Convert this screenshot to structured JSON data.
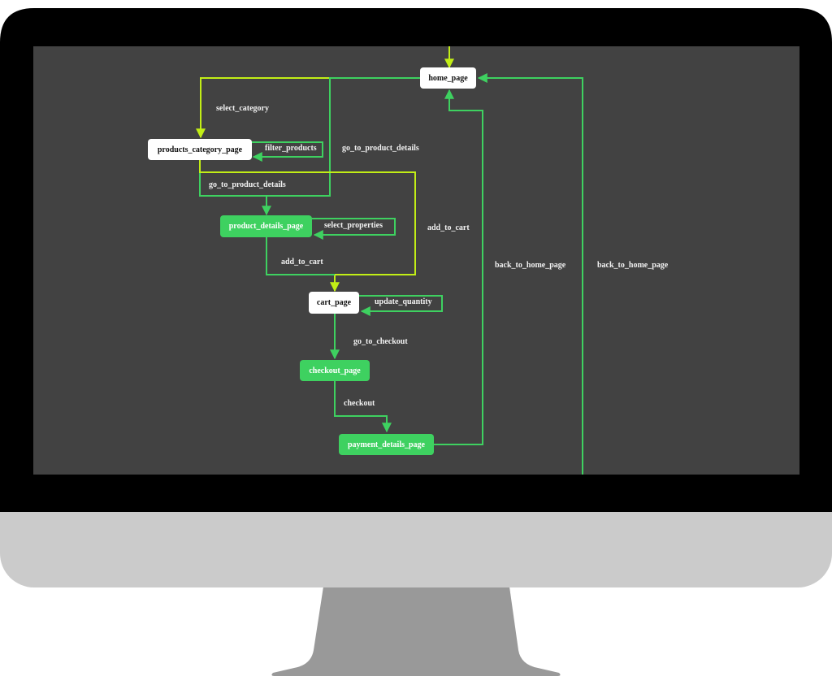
{
  "colors": {
    "screen_bg": "#424242",
    "bezel": "#000000",
    "chin": "#cbcbcb",
    "stand": "#999999",
    "node_white": "#ffffff",
    "node_green": "#3ed160",
    "edge_green": "#3ed160",
    "edge_lime": "#c2ee16",
    "label_text": "#f2f2f2"
  },
  "nodes": [
    {
      "id": "home_page",
      "label": "home_page",
      "style": "white"
    },
    {
      "id": "products_category_page",
      "label": "products_category_page",
      "style": "white"
    },
    {
      "id": "product_details_page",
      "label": "product_details_page",
      "style": "green"
    },
    {
      "id": "cart_page",
      "label": "cart_page",
      "style": "white"
    },
    {
      "id": "checkout_page",
      "label": "checkout_page",
      "style": "green"
    },
    {
      "id": "payment_details_page",
      "label": "payment_details_page",
      "style": "green"
    }
  ],
  "edges": [
    {
      "from": "home_page",
      "to": "products_category_page",
      "label": "select_category",
      "color": "lime"
    },
    {
      "from": "home_page",
      "to": "product_details_page",
      "label": "go_to_product_details",
      "color": "green"
    },
    {
      "from": "products_category_page",
      "to": "products_category_page",
      "label": "filter_products",
      "color": "green"
    },
    {
      "from": "products_category_page",
      "to": "product_details_page",
      "label": "go_to_product_details",
      "color": "green"
    },
    {
      "from": "products_category_page",
      "to": "cart_page",
      "label": "add_to_cart",
      "color": "lime"
    },
    {
      "from": "product_details_page",
      "to": "product_details_page",
      "label": "select_properties",
      "color": "green"
    },
    {
      "from": "product_details_page",
      "to": "cart_page",
      "label": "add_to_cart",
      "color": "green"
    },
    {
      "from": "cart_page",
      "to": "cart_page",
      "label": "update_quantity",
      "color": "green"
    },
    {
      "from": "cart_page",
      "to": "checkout_page",
      "label": "go_to_checkout",
      "color": "green"
    },
    {
      "from": "checkout_page",
      "to": "payment_details_page",
      "label": "checkout",
      "color": "green"
    },
    {
      "from": "payment_details_page",
      "to": "home_page",
      "label": "back_to_home_page",
      "color": "green"
    },
    {
      "from": "offscreen",
      "to": "home_page",
      "label": "back_to_home_page",
      "color": "green"
    }
  ]
}
